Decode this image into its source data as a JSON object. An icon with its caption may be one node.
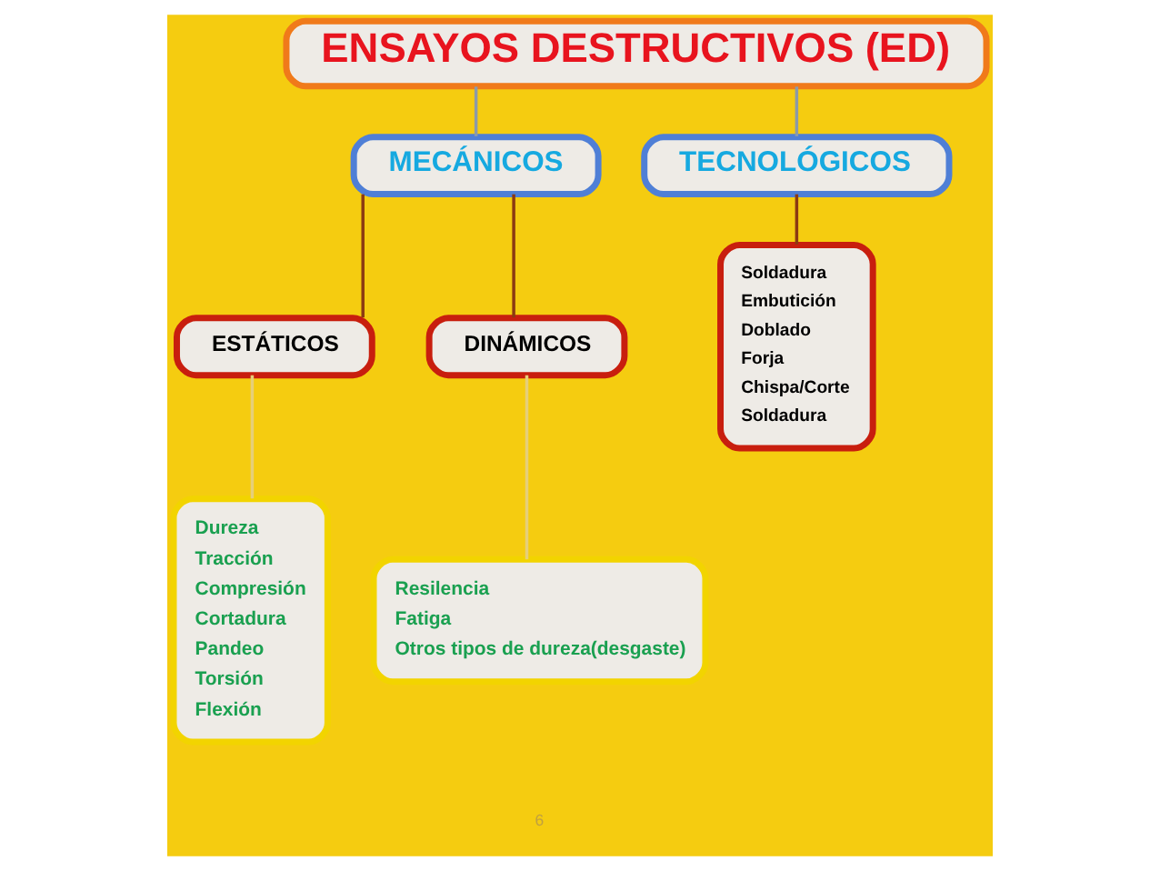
{
  "diagram": {
    "nodes": [
      {
        "text": [
          "ENSAYOS DESTRUCTIVOS (ED)"
        ]
      },
      {
        "text": [
          "MECÁNICOS"
        ]
      },
      {
        "text": [
          "TECNOLÓGICOS"
        ]
      },
      {
        "text": [
          "ESTÁTICOS"
        ]
      },
      {
        "text": [
          "DINÁMICOS"
        ]
      },
      {
        "text": [
          "Soldadura",
          "Embutición",
          "Doblado",
          "Forja",
          "Chispa/Corte",
          "Soldadura"
        ]
      },
      {
        "text": [
          "Dureza",
          "Tracción",
          "Compresión",
          "Cortadura",
          "Pandeo",
          "Torsión",
          "Flexión"
        ]
      },
      {
        "text": [
          "Resilencia",
          "Fatiga",
          "Otros tipos de dureza(desgaste)"
        ]
      }
    ],
    "edges": [
      {
        "from": 0,
        "to": 1,
        "arrow": "none",
        "color": "#8c9aa8"
      },
      {
        "from": 0,
        "to": 2,
        "arrow": "none",
        "color": "#8c9aa8"
      },
      {
        "from": 1,
        "to": 3,
        "arrow": "none"
      },
      {
        "from": 1,
        "to": 4,
        "arrow": "none"
      },
      {
        "from": 2,
        "to": 5,
        "arrow": "none"
      },
      {
        "from": 3,
        "to": 6,
        "arrow": "none",
        "color": "#e6cf7a"
      },
      {
        "from": 4,
        "to": 7,
        "arrow": "none",
        "color": "#e6cf7a"
      }
    ],
    "labels": [
      "6"
    ]
  }
}
